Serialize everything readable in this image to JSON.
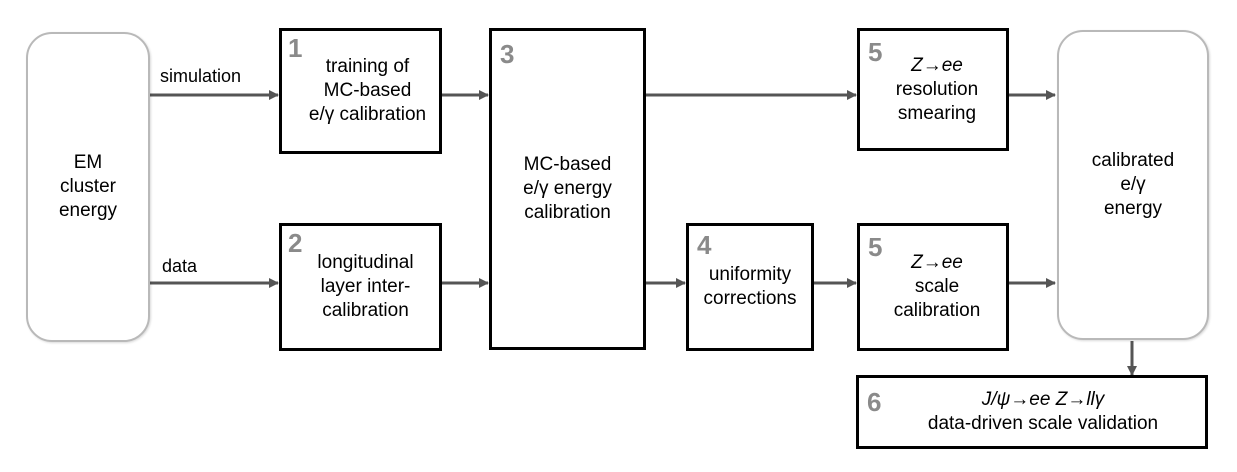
{
  "inputs": {
    "source": {
      "lines": [
        "EM",
        "cluster",
        "energy"
      ]
    },
    "simulation_label": "simulation",
    "data_label": "data"
  },
  "boxes": {
    "b1": {
      "number": "1",
      "lines": [
        "training of",
        "MC-based",
        "e/γ calibration"
      ]
    },
    "b2": {
      "number": "2",
      "lines": [
        "longitudinal",
        "layer inter-",
        "calibration"
      ]
    },
    "b3": {
      "number": "3",
      "lines": [
        "MC-based",
        "e/γ energy",
        "calibration"
      ]
    },
    "b4": {
      "number": "4",
      "lines": [
        "uniformity",
        "corrections"
      ]
    },
    "b5a": {
      "number": "5",
      "title": "Z→ee",
      "lines": [
        "resolution",
        "smearing"
      ]
    },
    "b5b": {
      "number": "5",
      "title": "Z→ee",
      "lines": [
        "scale",
        "calibration"
      ]
    },
    "b6": {
      "number": "6",
      "title": "J/ψ→ee Z→llγ",
      "lines": [
        "data-driven scale validation"
      ]
    }
  },
  "output": {
    "lines": [
      "calibrated",
      "e/γ",
      "energy"
    ]
  },
  "colors": {
    "arrow": "#555555",
    "border": "#000000",
    "number": "#8a8a8a",
    "rounded_border": "#b9b9b9"
  }
}
